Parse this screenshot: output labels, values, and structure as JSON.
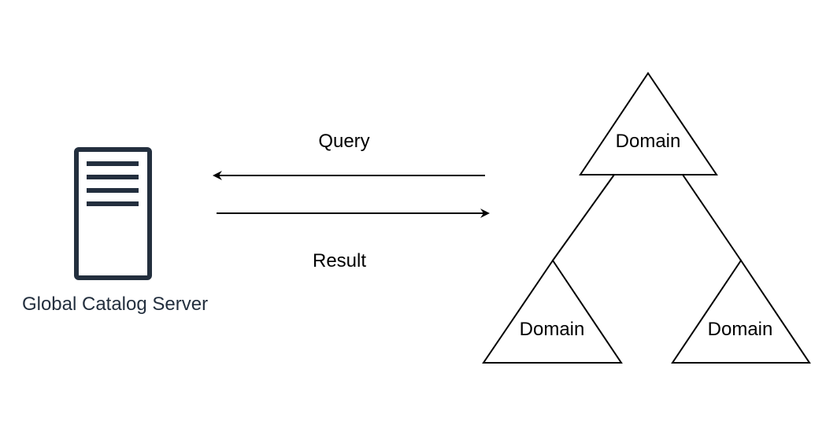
{
  "diagram": {
    "server": {
      "label": "Global Catalog Server",
      "icon": "server-icon",
      "color": "#232f3e"
    },
    "arrows": {
      "query_label": "Query",
      "result_label": "Result"
    },
    "domains": {
      "root_label": "Domain",
      "left_label": "Domain",
      "right_label": "Domain"
    },
    "stroke_color": "#000000"
  }
}
